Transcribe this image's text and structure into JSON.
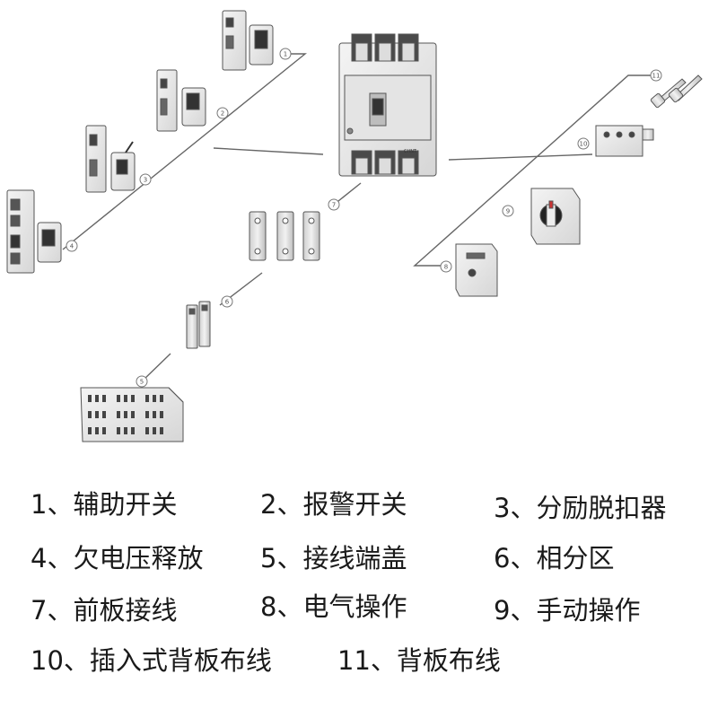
{
  "callouts": [
    "1",
    "2",
    "3",
    "4",
    "5",
    "6",
    "7",
    "8",
    "9",
    "10",
    "11"
  ],
  "breaker_label": "CHNT",
  "legend": [
    {
      "num": "1",
      "text": "辅助开关"
    },
    {
      "num": "2",
      "text": "报警开关"
    },
    {
      "num": "3",
      "text": "分励脱扣器"
    },
    {
      "num": "4",
      "text": "欠电压释放"
    },
    {
      "num": "5",
      "text": "接线端盖"
    },
    {
      "num": "6",
      "text": "相分区"
    },
    {
      "num": "7",
      "text": "前板接线"
    },
    {
      "num": "8",
      "text": "电气操作"
    },
    {
      "num": "9",
      "text": "手动操作"
    },
    {
      "num": "10",
      "text": "插入式背板布线"
    },
    {
      "num": "11",
      "text": "背板布线"
    }
  ],
  "legend_separator": "、"
}
